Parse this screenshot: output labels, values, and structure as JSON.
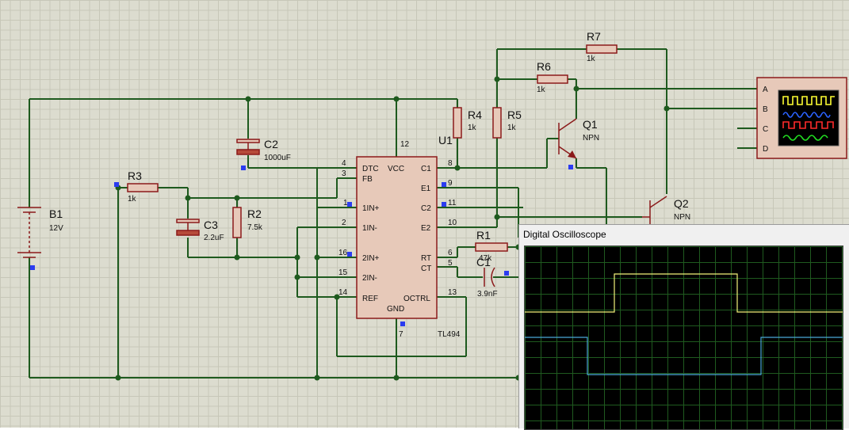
{
  "components": {
    "B1": {
      "ref": "B1",
      "value": "12V"
    },
    "C2": {
      "ref": "C2",
      "value": "1000uF"
    },
    "C3": {
      "ref": "C3",
      "value": "2.2uF"
    },
    "R2": {
      "ref": "R2",
      "value": "7.5k"
    },
    "R3": {
      "ref": "R3",
      "value": "1k"
    },
    "R4": {
      "ref": "R4",
      "value": "1k"
    },
    "R5": {
      "ref": "R5",
      "value": "1k"
    },
    "R6": {
      "ref": "R6",
      "value": "1k"
    },
    "R7": {
      "ref": "R7",
      "value": "1k"
    },
    "R1": {
      "ref": "R1",
      "value": "47k"
    },
    "C1": {
      "ref": "C1",
      "value": "3.9nF"
    },
    "Q1": {
      "ref": "Q1",
      "value": "NPN"
    },
    "Q2": {
      "ref": "Q2",
      "value": "NPN"
    },
    "U1": {
      "ref": "U1",
      "value": "TL494"
    }
  },
  "ic": {
    "left_pins": [
      {
        "num": "4",
        "name": "DTC"
      },
      {
        "num": "3",
        "name": "FB"
      },
      {
        "num": "1",
        "name": "1IN+"
      },
      {
        "num": "2",
        "name": "1IN-"
      },
      {
        "num": "16",
        "name": "2IN+"
      },
      {
        "num": "15",
        "name": "2IN-"
      },
      {
        "num": "14",
        "name": "REF"
      }
    ],
    "right_pins": [
      {
        "num": "8",
        "name": "C1"
      },
      {
        "num": "9",
        "name": "E1"
      },
      {
        "num": "11",
        "name": "C2"
      },
      {
        "num": "10",
        "name": "E2"
      },
      {
        "num": "6",
        "name": "RT"
      },
      {
        "num": "5",
        "name": "CT"
      },
      {
        "num": "13",
        "name": "OCTRL"
      }
    ],
    "top_pin": {
      "num": "12",
      "name": "VCC"
    },
    "bottom_pin": {
      "num": "7",
      "name": "GND"
    }
  },
  "scope_instrument": {
    "channels": [
      "A",
      "B",
      "C",
      "D"
    ]
  },
  "oscilloscope_window": {
    "title": "Digital Oscilloscope"
  },
  "colors": {
    "wire": "#1e5a1e",
    "body": "#8b1a1a",
    "marker": "#2b3cf0",
    "trace_a": "#f2f27a",
    "trace_b": "#4aa8d8"
  }
}
